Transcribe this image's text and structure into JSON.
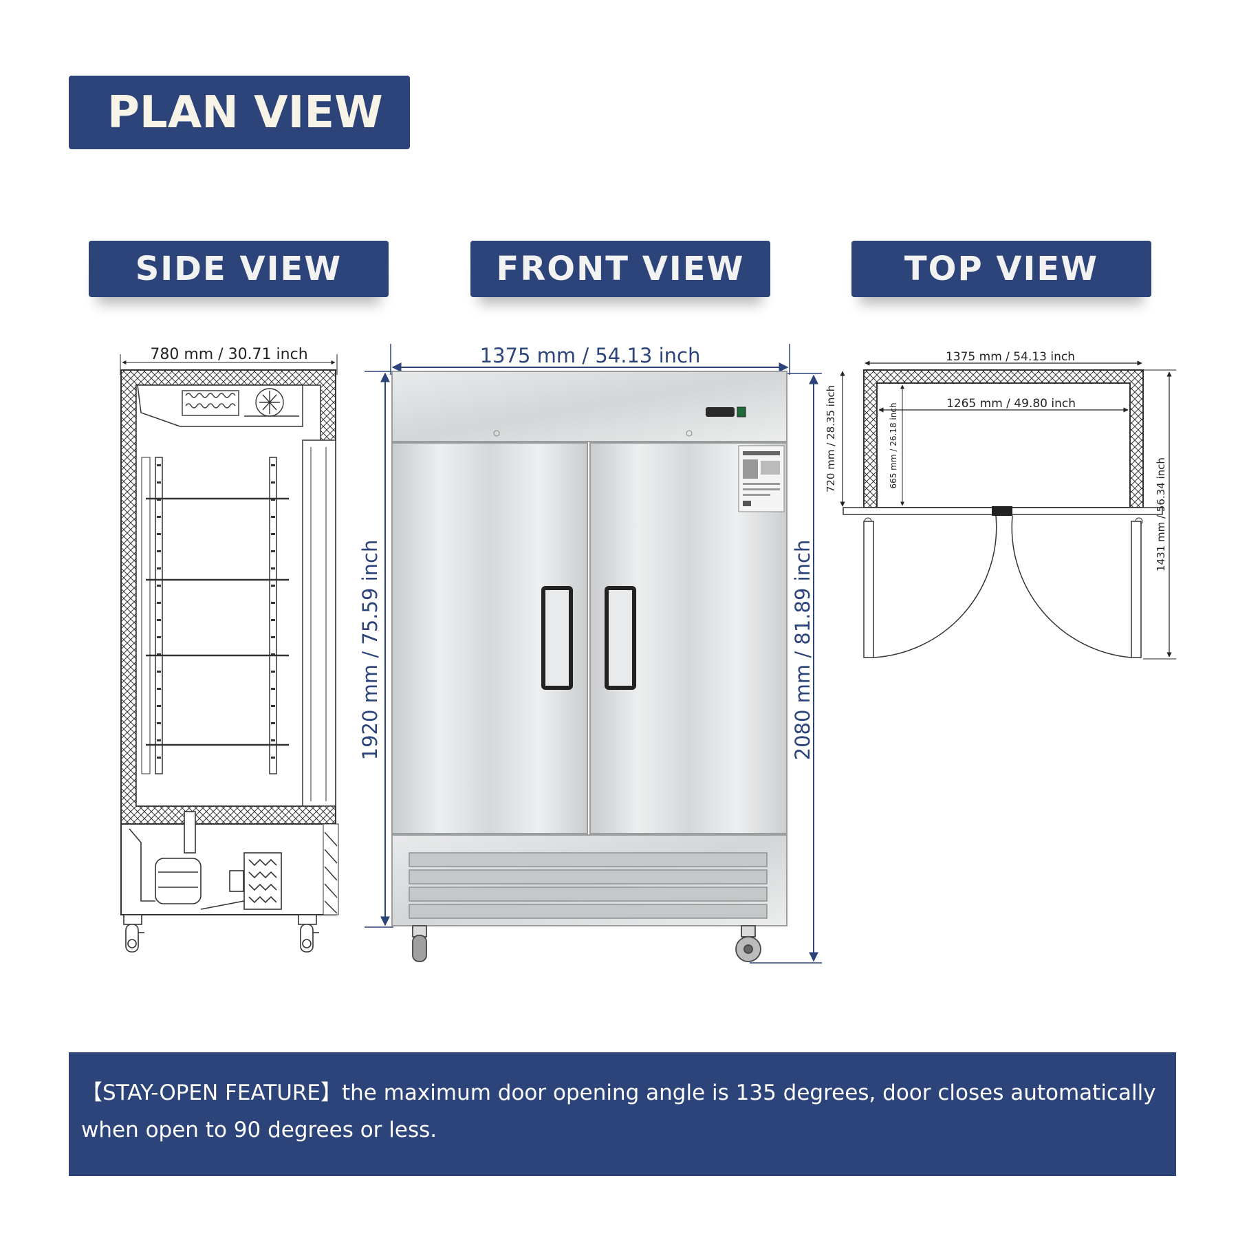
{
  "plan_title": "PLAN VIEW",
  "views": {
    "side": {
      "title": "SIDE VIEW",
      "width_label": "780 mm / 30.71 inch"
    },
    "front": {
      "title": "FRONT VIEW",
      "width_label": "1375 mm / 54.13 inch",
      "height_label": "1920 mm / 75.59 inch",
      "overall_height_label": "2080 mm / 81.89 inch"
    },
    "top": {
      "title": "TOP VIEW",
      "outer_width_label": "1375 mm / 54.13 inch",
      "inner_width_label": "1265 mm / 49.80 inch",
      "outer_depth_label": "720 mm / 28.35 inch",
      "inner_depth_label": "665 mm / 26.18 inch",
      "open_depth_label": "1431 mm / 56.34 inch"
    }
  },
  "feature_note": "【STAY-OPEN FEATURE】the maximum door opening angle is 135 degrees, door closes automatically when open to 90 degrees or less.",
  "colors": {
    "banner": "#2c4479",
    "dimension_text": "#2c4479",
    "steel": "#d9dbdd"
  }
}
